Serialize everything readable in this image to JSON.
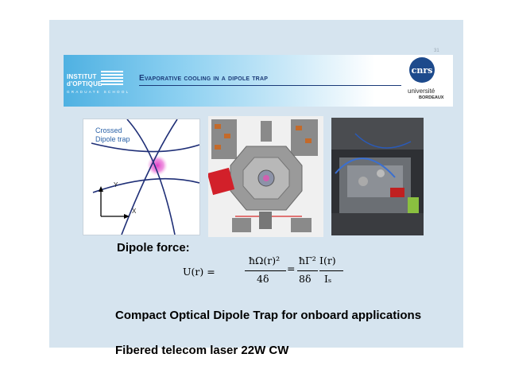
{
  "page_number": "31",
  "header": {
    "logo_left": {
      "line1": "INSTITUT",
      "line2": "d'OPTIQUE",
      "line3": "GRADUATE SCHOOL"
    },
    "title": "Evaporative cooling in a dipole trap",
    "logo_right": {
      "cnrs": "cnrs",
      "univ_line1": "université",
      "univ_line2": "BORDEAUX"
    }
  },
  "figure": {
    "diagram_label_line1": "Crossed",
    "diagram_label_line2": "Dipole trap",
    "axis_y": "Y",
    "axis_x": "X"
  },
  "body": {
    "dipole_force_label": "Dipole force:",
    "equation": {
      "lhs": "U(r) =",
      "frac1_num": "ħΩ(r)²",
      "frac1_den": "4δ",
      "eq2": "=",
      "frac2_num": "ħΓ²",
      "frac2_den": "8δ",
      "frac3_num": "I(r)",
      "frac3_den": "Iₛ"
    },
    "line1": "Compact Optical Dipole Trap for onboard applications",
    "line2": "Fibered telecom laser 22W CW"
  },
  "colors": {
    "slide_bg": "#d6e4ef",
    "title_color": "#1a3a78",
    "banner_blue": "#4fb1e2",
    "cnrs_blue": "#1d4a8c",
    "trap_magenta": "#e040c8"
  }
}
